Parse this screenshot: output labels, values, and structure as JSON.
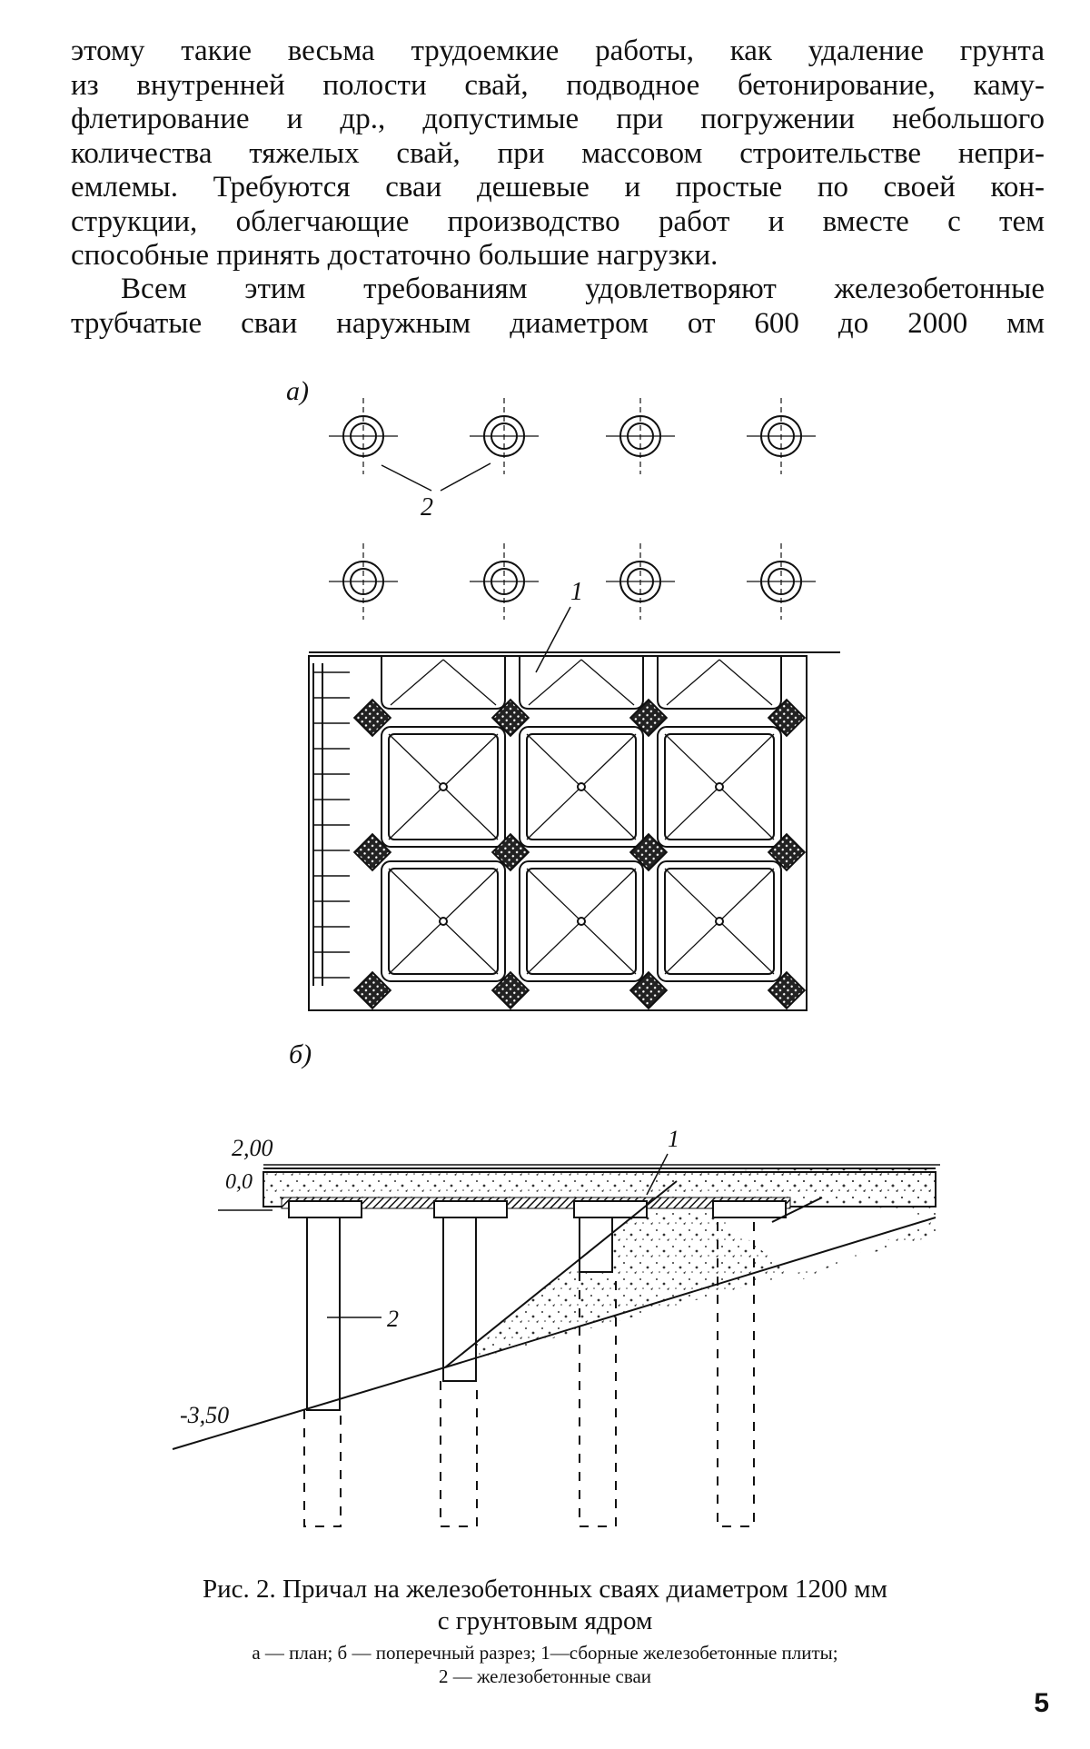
{
  "paragraph1": [
    "этому такие весьма трудоемкие работы, как удаление грунта",
    "из внутренней полости свай, подводное бетонирование, каму-",
    "флетирование и др., допустимые при погружении небольшого",
    "количества тяжелых свай, при массовом строительстве непри-",
    "емлемы. Требуются сваи дешевые и простые по своей кон-",
    "струкции, облегчающие производство работ и вместе с тем",
    "способные принять достаточно большие нагрузки."
  ],
  "paragraph2": [
    "Всем этим требованиям удовлетворяют железобетонные",
    "трубчатые сваи наружным диаметром от 600 до 2000 мм"
  ],
  "figure": {
    "label_a": "а)",
    "label_b": "б)",
    "callout_1": "1",
    "callout_2": "2",
    "elev_top": "2,00",
    "elev_zero": "0,0",
    "elev_bottom": "-3,50"
  },
  "caption": {
    "line1": "Рис. 2. Причал на железобетонных сваях диаметром 1200 мм",
    "line2": "с грунтовым ядром",
    "legend1": "а — план; б — поперечный разрез; 1—сборные железобетонные плиты;",
    "legend2": "2 — железобетонные сваи"
  },
  "page_number": "5"
}
